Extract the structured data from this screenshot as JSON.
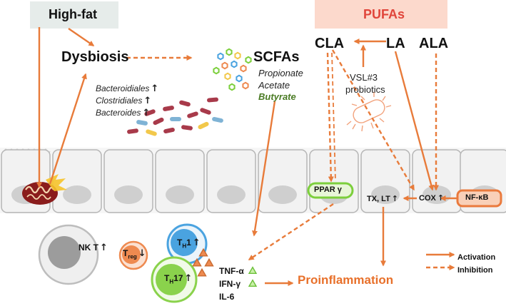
{
  "colors": {
    "arrow": "#e87b3a",
    "accent_text": "#e8702a",
    "pufa_box": "#fcd9cc",
    "highfat_box": "#e6ecea",
    "butyrate": "#4a7b24",
    "cell_fill": "#f2f2f2",
    "cell_stroke": "#b5b5b5",
    "nucleus": "#cfcfcf",
    "ppar_green": "#7ccf3c",
    "nfkb_orange": "#ea7a3d",
    "th1_blue": "#4aa3e0",
    "th17_green": "#8ad24c",
    "treg_orange": "#ee8a50"
  },
  "top": {
    "high_fat": "High-fat",
    "pufas": "PUFAs",
    "dysbiosis": "Dysbiosis",
    "scfas": "SCFAs",
    "scfa_items": [
      "Propionate",
      "Acetate"
    ],
    "butyrate": "Butyrate",
    "cla": "CLA",
    "la": "LA",
    "ala": "ALA",
    "vsl_line1": "VSL#3",
    "vsl_line2": "probiotics"
  },
  "bacteria": [
    "Bacteroidiales",
    "Clostridiales",
    "Bacteroides"
  ],
  "epithelium": {
    "ppar": "PPAR γ",
    "cox": "COX",
    "nfkb": "NF-κB",
    "tx_lt": "TX, LT"
  },
  "immune": {
    "nkt": "NK T",
    "treg_main": "T",
    "treg_sub": "reg",
    "th1_main": "T",
    "th1_sub": "H",
    "th1_tail": "1",
    "th17_main": "T",
    "th17_sub": "H",
    "th17_tail": "17"
  },
  "cytokines": [
    "TNF-α",
    "IFN-γ",
    "IL-6"
  ],
  "outcome": "Proinflammation",
  "legend": {
    "activation": "Activation",
    "inhibition": "Inhibition"
  },
  "icons": {
    "up_arrow": "↑",
    "down_arrow": "↓",
    "cytokine_marker": "triangle-icon",
    "scfa_molecules": "hexagon-icon",
    "mitochondrion": "mitochondrion-icon",
    "probiotic": "bacterium-icon"
  }
}
